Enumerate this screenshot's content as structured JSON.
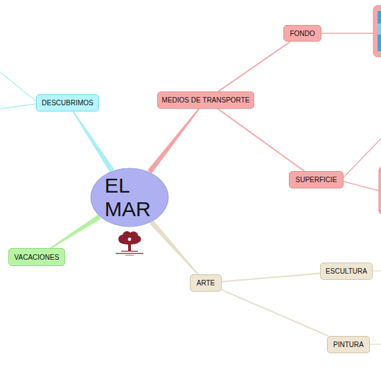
{
  "diagram": {
    "nodes": [
      {
        "text": [
          "EL MAR"
        ]
      },
      {
        "text": [
          "DESCUBRIMOS"
        ]
      },
      {
        "text": [
          "MEDIOS DE TRANSPORTE"
        ]
      },
      {
        "text": [
          "FONDO"
        ]
      },
      {
        "text": [
          "SUPERFICIE"
        ]
      },
      {
        "text": [
          "VACACIONES"
        ]
      },
      {
        "text": [
          "ARTE"
        ]
      },
      {
        "text": [
          "ESCULTURA"
        ]
      },
      {
        "text": [
          "PINTURA"
        ]
      }
    ],
    "edges": [
      {
        "from": 0,
        "to": 1,
        "arrow": "none"
      },
      {
        "from": 0,
        "to": 2,
        "arrow": "none"
      },
      {
        "from": 2,
        "to": 3,
        "arrow": "none"
      },
      {
        "from": 2,
        "to": 4,
        "arrow": "none"
      },
      {
        "from": 0,
        "to": 5,
        "arrow": "none"
      },
      {
        "from": 0,
        "to": 6,
        "arrow": "none"
      },
      {
        "from": 6,
        "to": 7,
        "arrow": "none"
      },
      {
        "from": 6,
        "to": 8,
        "arrow": "none"
      }
    ]
  }
}
